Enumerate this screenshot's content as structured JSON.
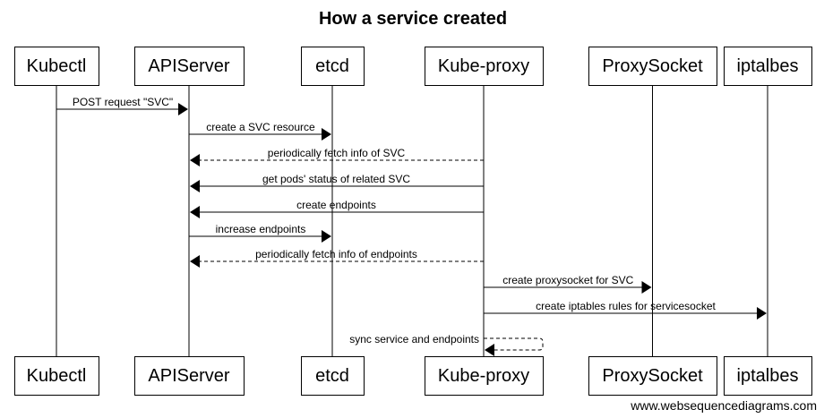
{
  "title": "How a service created",
  "participants": [
    {
      "id": "kubectl",
      "label": "Kubectl"
    },
    {
      "id": "apiserver",
      "label": "APIServer"
    },
    {
      "id": "etcd",
      "label": "etcd"
    },
    {
      "id": "kubeproxy",
      "label": "Kube-proxy"
    },
    {
      "id": "proxysocket",
      "label": "ProxySocket"
    },
    {
      "id": "iptables",
      "label": "iptalbes"
    }
  ],
  "messages": [
    {
      "from": "kubectl",
      "to": "apiserver",
      "label": "POST request \"SVC\"",
      "style": "solid"
    },
    {
      "from": "apiserver",
      "to": "etcd",
      "label": "create a SVC resource",
      "style": "solid"
    },
    {
      "from": "kubeproxy",
      "to": "apiserver",
      "label": "periodically fetch info of SVC",
      "style": "dashed"
    },
    {
      "from": "kubeproxy",
      "to": "apiserver",
      "label": "get pods' status of related SVC",
      "style": "solid"
    },
    {
      "from": "kubeproxy",
      "to": "apiserver",
      "label": "create endpoints",
      "style": "solid"
    },
    {
      "from": "apiserver",
      "to": "etcd",
      "label": "increase endpoints",
      "style": "solid"
    },
    {
      "from": "kubeproxy",
      "to": "apiserver",
      "label": "periodically fetch info of endpoints",
      "style": "dashed"
    },
    {
      "from": "kubeproxy",
      "to": "proxysocket",
      "label": "create proxysocket for SVC",
      "style": "solid"
    },
    {
      "from": "kubeproxy",
      "to": "iptables",
      "label": "create iptables rules for servicesocket",
      "style": "solid"
    },
    {
      "from": "kubeproxy",
      "to": "kubeproxy",
      "label": "sync service and endpoints",
      "style": "dashed"
    }
  ],
  "credit": "www.websequencediagrams.com"
}
